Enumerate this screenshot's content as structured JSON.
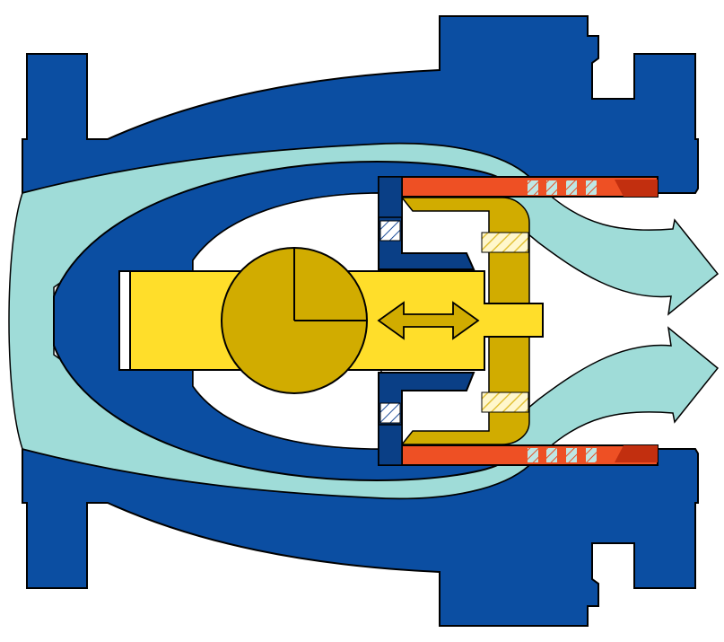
{
  "diagram": {
    "kind": "valve-cross-section",
    "flow_direction": "left-to-right",
    "colors": {
      "body": "#0b4ea2",
      "body_dark": "#0a3f86",
      "flow": "#9fdcd8",
      "plug": "#ffde2a",
      "plug_dark": "#d1ac00",
      "sleeve": "#ee5024",
      "sleeve_dark": "#c22f0f",
      "outline": "#000000",
      "background": "#ffffff"
    },
    "parts": [
      "valve-body",
      "upper-flange",
      "lower-flange",
      "flow-path",
      "inner-core",
      "rotor-disc",
      "actuating-shaft",
      "movement-arrow",
      "piston-cage",
      "outlet-sleeve",
      "outlet-arrows"
    ]
  }
}
